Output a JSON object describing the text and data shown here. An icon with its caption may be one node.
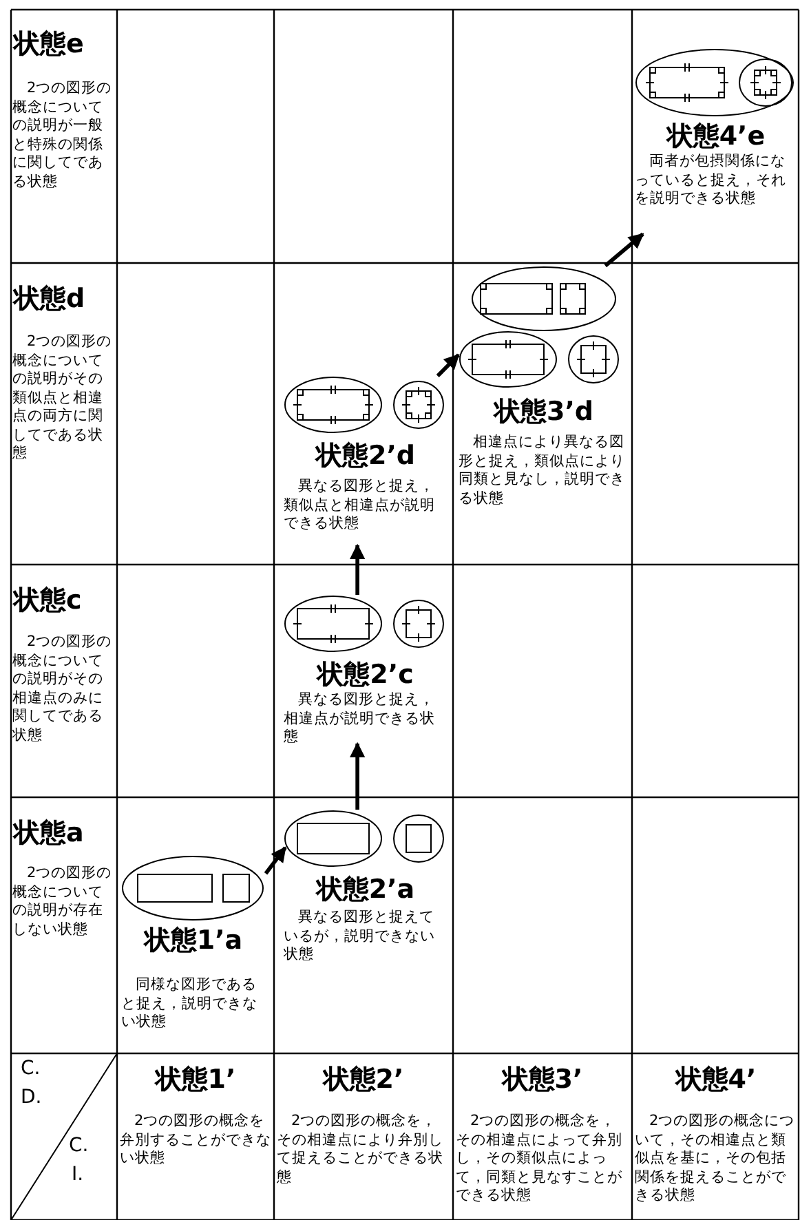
{
  "diagram": {
    "nodes": [
      {
        "text": [
          "状態4’e",
          "両者が包摂関係になっていると捉え，それを説明できる状態"
        ]
      },
      {
        "text": [
          "状態3’d",
          "相違点により異なる図形と捉え，類似点により同類と見なし，説明できる状態"
        ]
      },
      {
        "text": [
          "状態2’d",
          "異なる図形と捉え，類似点と相違点が説明できる状態"
        ]
      },
      {
        "text": [
          "状態2’c",
          "異なる図形と捉え，相違点が説明できる状態"
        ]
      },
      {
        "text": [
          "状態2’a",
          "異なる図形と捉えているが，説明できない状態"
        ]
      },
      {
        "text": [
          "状態1’a",
          "同様な図形であると捉え，説明できない状態"
        ]
      }
    ],
    "edges": [
      {
        "from": 5,
        "to": 4,
        "arrow": "to"
      },
      {
        "from": 4,
        "to": 3,
        "arrow": "to"
      },
      {
        "from": 3,
        "to": 2,
        "arrow": "to"
      },
      {
        "from": 2,
        "to": 1,
        "arrow": "to"
      },
      {
        "from": 1,
        "to": 0,
        "arrow": "to"
      }
    ],
    "labels": [
      "状態e",
      "2つの図形の概念についての説明が一般と特殊の関係に関してである状態",
      "状態d",
      "2つの図形の概念についての説明がその類似点と相違点の両方に関してである状態",
      "状態c",
      "2つの図形の概念についての説明がその相違点のみに関してである状態",
      "状態a",
      "2つの図形の概念についての説明が存在しない状態",
      "C.",
      "D.",
      "C.",
      "I.",
      "状態1’",
      "2つの図形の概念を弁別することができない状態",
      "状態2’",
      "2つの図形の概念を，その相違点により弁別して捉えることができる状態",
      "状態3’",
      "2つの図形の概念を，その相違点によって弁別し，その類似点によって，同類と見なすことができる状態",
      "状態4’",
      "2つの図形の概念について，その相違点と類似点を基に，その包括関係を捉えることができる状態"
    ]
  }
}
